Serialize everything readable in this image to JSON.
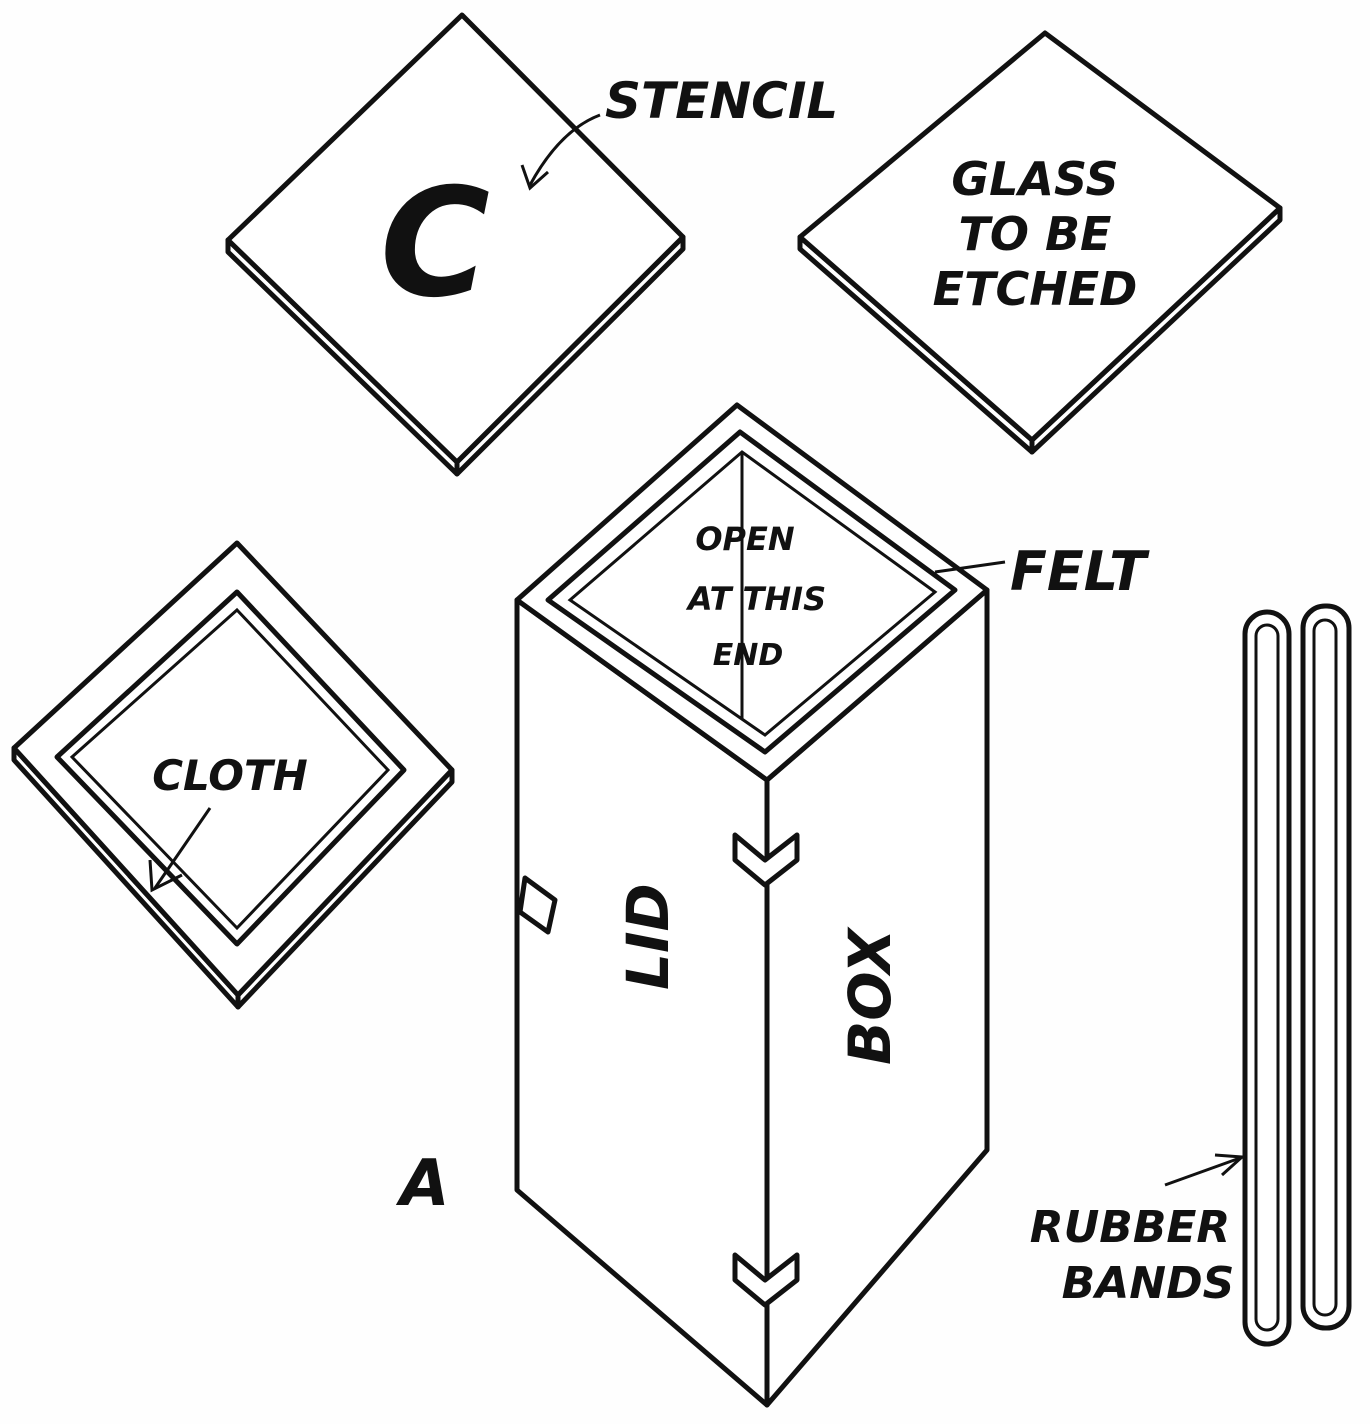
{
  "labels": {
    "stencil": "STENCIL",
    "stencil_letter": "C",
    "glass_line1": "GLASS",
    "glass_line2": "TO BE",
    "glass_line3": "ETCHED",
    "open_line1": "OPEN",
    "open_line2": "AT THIS",
    "open_line3": "END",
    "felt": "FELT",
    "cloth": "CLOTH",
    "lid": "LID",
    "box": "BOX",
    "figure_letter": "A",
    "rubber_line1": "RUBBER",
    "rubber_line2": "BANDS"
  }
}
